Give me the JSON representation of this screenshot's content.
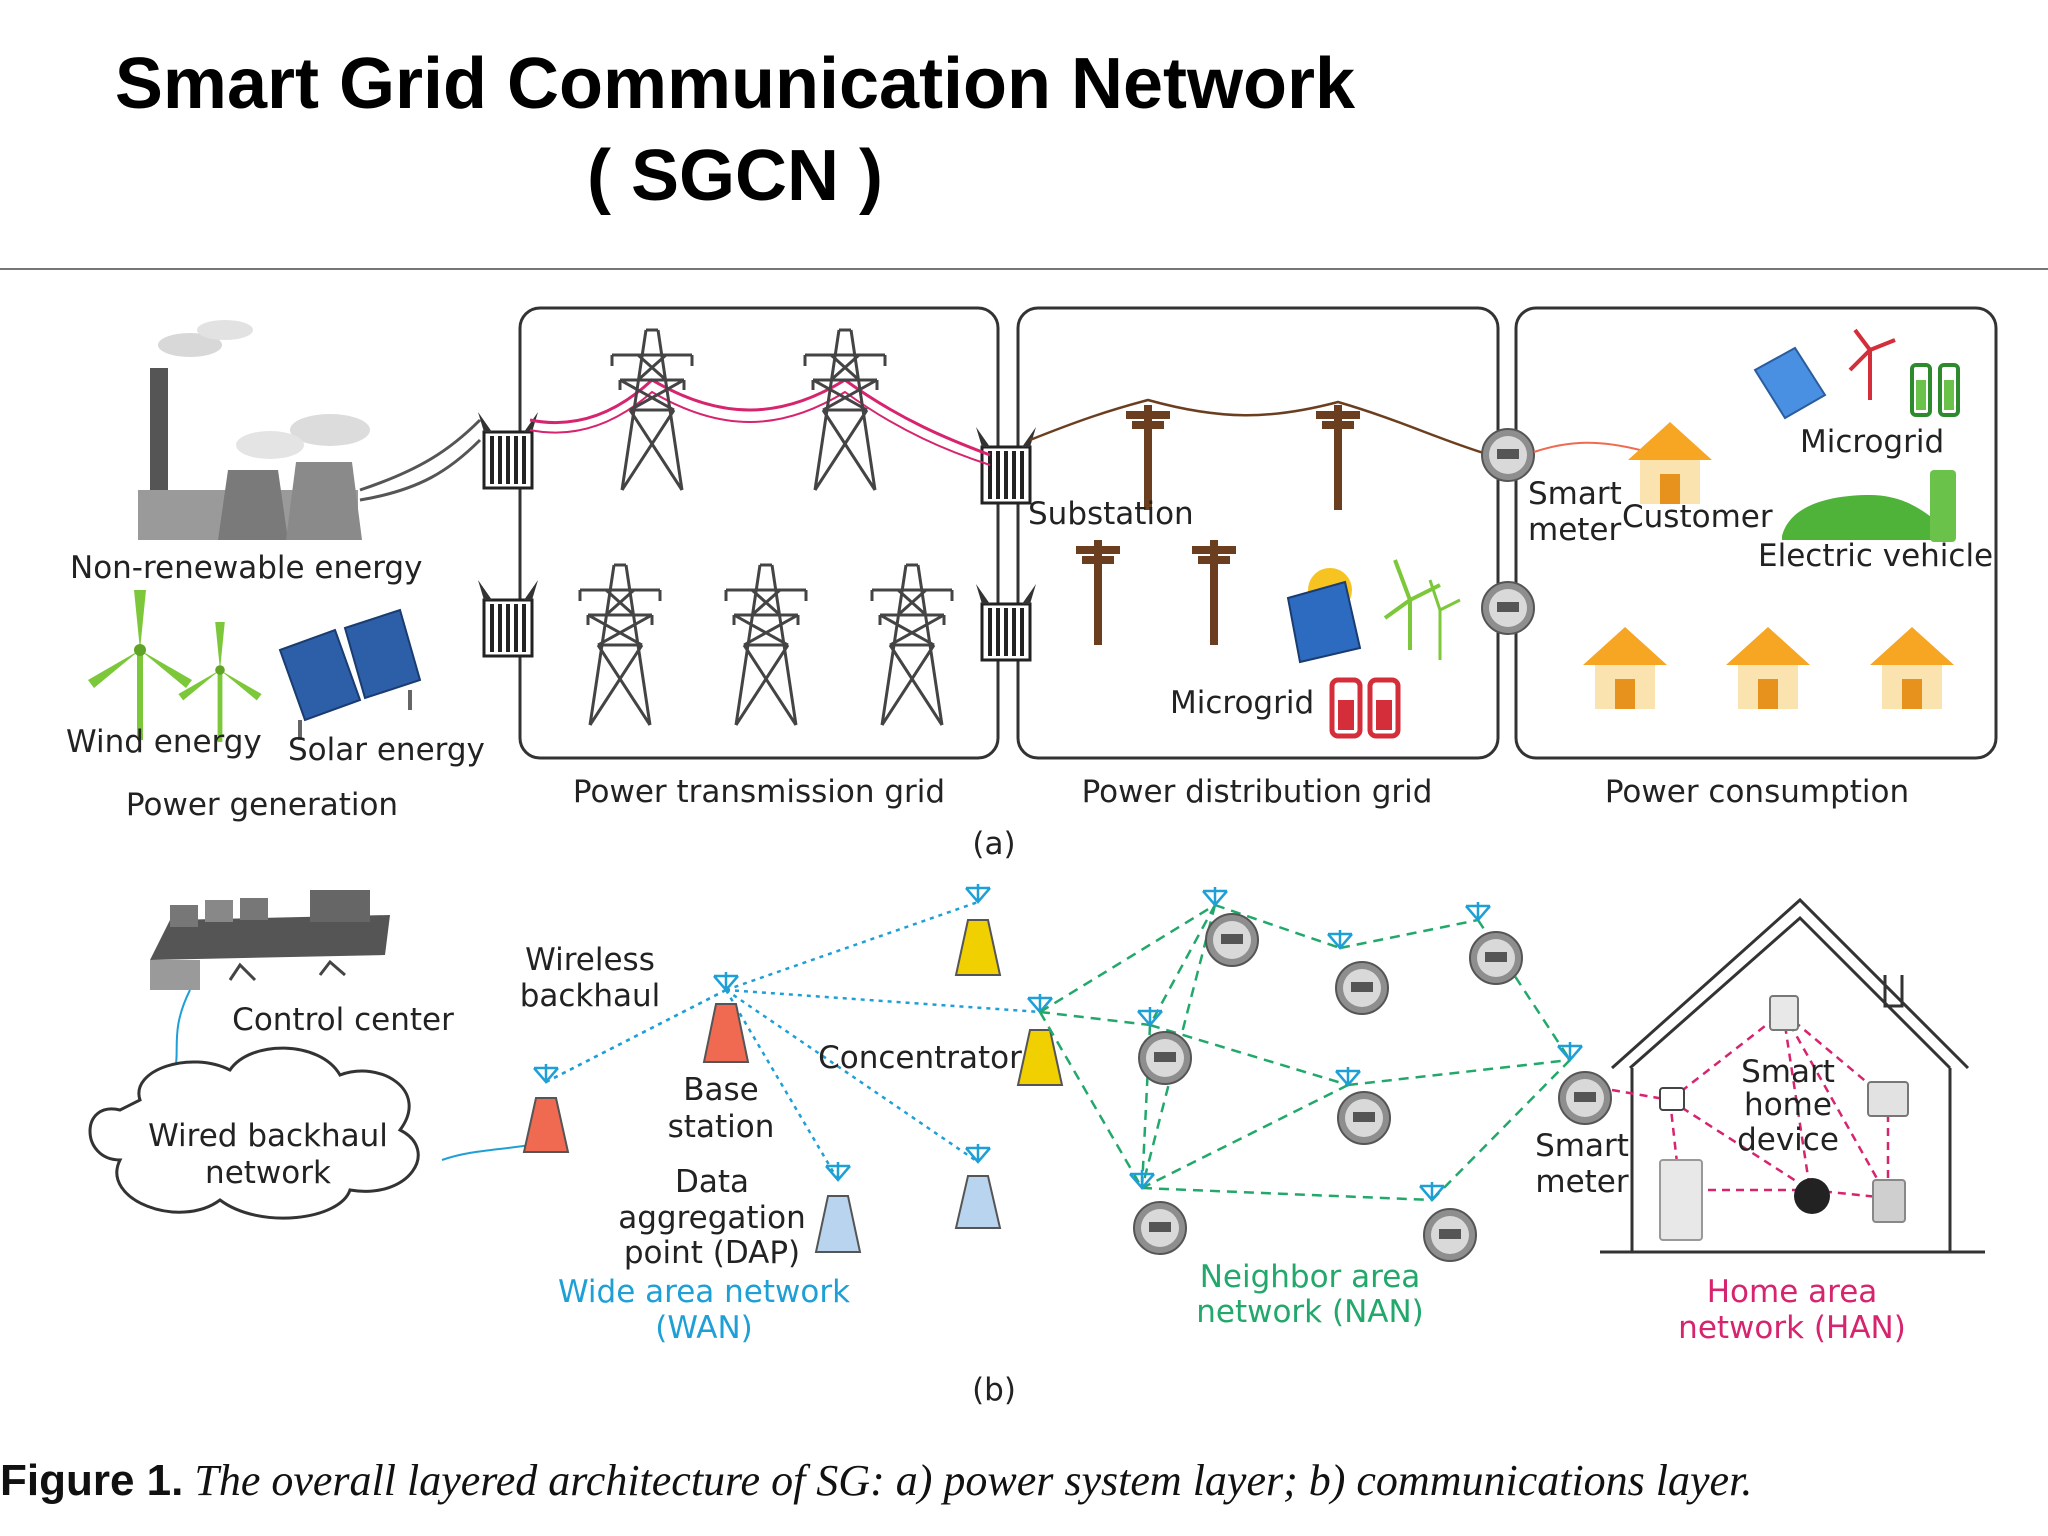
{
  "title": {
    "line1": "Smart Grid Communication Network",
    "line2": "( SGCN )"
  },
  "colors": {
    "wan": "#1e9fd6",
    "nan": "#22a86b",
    "han": "#d6246e",
    "tower_yellow": "#f0d000",
    "tower_red": "#ef6a50",
    "tower_blue": "#b8d4ee",
    "wind_green": "#7cc83a",
    "house_orange": "#f6a623"
  },
  "panel_a": {
    "label": "(a)",
    "generation": {
      "non_renewable": "Non-renewable energy",
      "wind": "Wind energy",
      "solar": "Solar energy",
      "section": "Power generation"
    },
    "transmission": {
      "section": "Power transmission grid"
    },
    "distribution": {
      "substation": "Substation",
      "microgrid": "Microgrid",
      "section": "Power distribution grid"
    },
    "consumption": {
      "microgrid": "Microgrid",
      "smart_meter_1": "Smart",
      "smart_meter_2": "meter",
      "customer": "Customer",
      "ev": "Electric vehicle",
      "section": "Power consumption"
    }
  },
  "panel_b": {
    "label": "(b)",
    "control_center": "Control center",
    "wired_1": "Wired backhaul",
    "wired_2": "network",
    "wireless_1": "Wireless",
    "wireless_2": "backhaul",
    "base_1": "Base",
    "base_2": "station",
    "dap_1": "Data",
    "dap_2": "aggregation",
    "dap_3": "point (DAP)",
    "concentrator": "Concentrator",
    "wan_1": "Wide area network",
    "wan_2": "(WAN)",
    "nan_1": "Neighbor area",
    "nan_2": "network (NAN)",
    "smart_meter_1": "Smart",
    "smart_meter_2": "meter",
    "shd_1": "Smart",
    "shd_2": "home",
    "shd_3": "device",
    "han_1": "Home area",
    "han_2": "network (HAN)"
  },
  "caption": {
    "figure": "Figure 1.",
    "text": "The overall layered architecture of SG: a) power system layer; b) communications layer."
  }
}
